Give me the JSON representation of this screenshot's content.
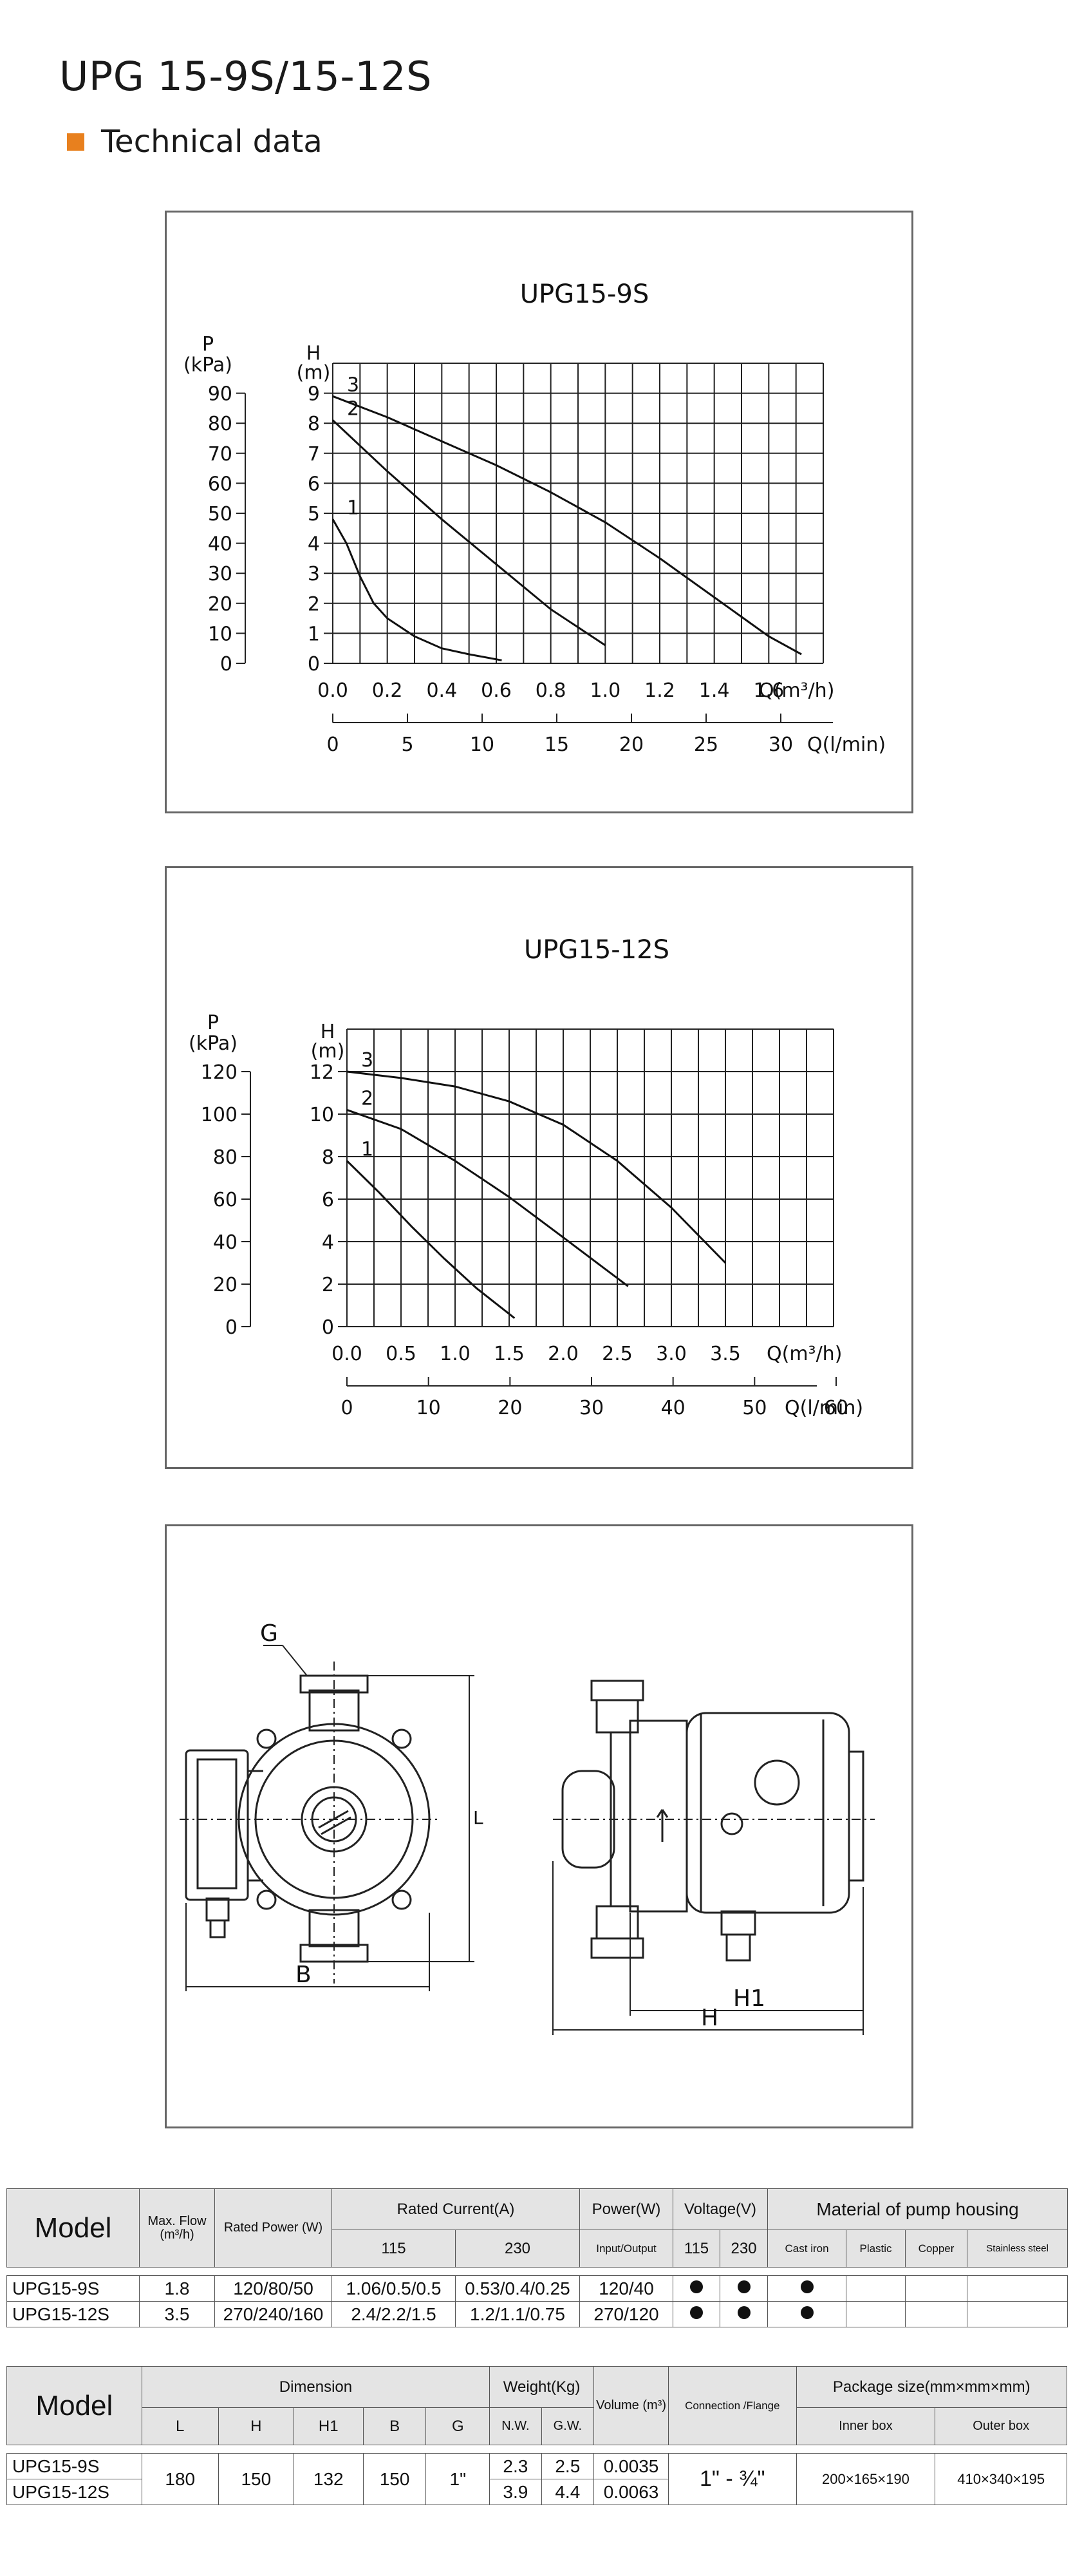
{
  "header": {
    "title": "UPG 15-9S/15-12S",
    "section": "Technical data",
    "accent_color": "#e8801e"
  },
  "chart_data": [
    {
      "type": "line",
      "title": "UPG15-9S",
      "y_left_label": "P (kPa)",
      "y_right_label": "H (m)",
      "xlabel": "Q(m³/h)",
      "x2label": "Q(l/min)",
      "p_ticks": [
        "90",
        "80",
        "70",
        "60",
        "50",
        "40",
        "30",
        "20",
        "10",
        "0"
      ],
      "h_ticks": [
        "9",
        "8",
        "7",
        "6",
        "5",
        "4",
        "3",
        "2",
        "1",
        "0"
      ],
      "x_ticks": [
        "0.0",
        "0.2",
        "0.4",
        "0.6",
        "0.8",
        "1.0",
        "1.2",
        "1.4",
        "1.6"
      ],
      "x2_ticks": [
        "0",
        "5",
        "10",
        "15",
        "20",
        "25",
        "30"
      ],
      "xlim": [
        0,
        1.8
      ],
      "ylim": [
        0,
        10
      ],
      "x2lim": [
        0,
        30
      ],
      "series": [
        {
          "name": "1",
          "points": [
            [
              0.0,
              4.8
            ],
            [
              0.05,
              4.0
            ],
            [
              0.1,
              2.9
            ],
            [
              0.15,
              2.0
            ],
            [
              0.2,
              1.5
            ],
            [
              0.3,
              0.9
            ],
            [
              0.4,
              0.5
            ],
            [
              0.5,
              0.3
            ],
            [
              0.62,
              0.1
            ]
          ]
        },
        {
          "name": "2",
          "points": [
            [
              0.0,
              8.1
            ],
            [
              0.2,
              6.4
            ],
            [
              0.4,
              4.8
            ],
            [
              0.6,
              3.3
            ],
            [
              0.8,
              1.8
            ],
            [
              1.0,
              0.6
            ]
          ]
        },
        {
          "name": "3",
          "points": [
            [
              0.0,
              8.9
            ],
            [
              0.2,
              8.2
            ],
            [
              0.4,
              7.4
            ],
            [
              0.6,
              6.6
            ],
            [
              0.8,
              5.7
            ],
            [
              1.0,
              4.7
            ],
            [
              1.2,
              3.5
            ],
            [
              1.4,
              2.2
            ],
            [
              1.6,
              0.9
            ],
            [
              1.72,
              0.3
            ]
          ]
        }
      ]
    },
    {
      "type": "line",
      "title": "UPG15-12S",
      "y_left_label": "P (kPa)",
      "y_right_label": "H (m)",
      "xlabel": "Q(m³/h)",
      "x2label": "Q(l/min)",
      "p_ticks": [
        "120",
        "100",
        "80",
        "60",
        "40",
        "20",
        "0"
      ],
      "h_ticks": [
        "12",
        "10",
        "8",
        "6",
        "4",
        "2",
        "0"
      ],
      "x_ticks": [
        "0.0",
        "0.5",
        "1.0",
        "1.5",
        "2.0",
        "2.5",
        "3.0",
        "3.5"
      ],
      "x2_ticks": [
        "0",
        "10",
        "20",
        "30",
        "40",
        "50",
        "60"
      ],
      "xlim": [
        0,
        4.5
      ],
      "ylim": [
        0,
        14
      ],
      "x2lim": [
        0,
        60
      ],
      "series": [
        {
          "name": "1",
          "points": [
            [
              0.0,
              7.8
            ],
            [
              0.3,
              6.3
            ],
            [
              0.6,
              4.7
            ],
            [
              0.9,
              3.2
            ],
            [
              1.2,
              1.8
            ],
            [
              1.55,
              0.4
            ]
          ]
        },
        {
          "name": "2",
          "points": [
            [
              0.0,
              10.2
            ],
            [
              0.5,
              9.3
            ],
            [
              1.0,
              7.8
            ],
            [
              1.5,
              6.1
            ],
            [
              2.0,
              4.2
            ],
            [
              2.6,
              1.9
            ]
          ]
        },
        {
          "name": "3",
          "points": [
            [
              0.0,
              12.0
            ],
            [
              0.5,
              11.7
            ],
            [
              1.0,
              11.3
            ],
            [
              1.5,
              10.6
            ],
            [
              2.0,
              9.5
            ],
            [
              2.5,
              7.8
            ],
            [
              3.0,
              5.6
            ],
            [
              3.5,
              3.0
            ]
          ]
        }
      ]
    }
  ],
  "drawing": {
    "label_g": "G",
    "label_l": "L",
    "label_b": "B",
    "label_h1": "H1",
    "label_h": "H"
  },
  "table1": {
    "model": "Model",
    "max_flow": "Max. Flow (m³/h)",
    "rated_power": "Rated Power (W)",
    "rated_current": "Rated Current(A)",
    "cur_115": "115",
    "cur_230": "230",
    "power": "Power(W)",
    "input_output": "Input/Output",
    "voltage": "Voltage(V)",
    "v115": "115",
    "v230": "230",
    "material": "Material of pump housing",
    "cast_iron": "Cast iron",
    "plastic": "Plastic",
    "copper": "Copper",
    "stainless": "Stainless steel",
    "rows": [
      {
        "model": "UPG15-9S",
        "flow": "1.8",
        "rated": "120/80/50",
        "c115": "1.06/0.5/0.5",
        "c230": "0.53/0.4/0.25",
        "io": "120/40"
      },
      {
        "model": "UPG15-12S",
        "flow": "3.5",
        "rated": "270/240/160",
        "c115": "2.4/2.2/1.5",
        "c230": "1.2/1.1/0.75",
        "io": "270/120"
      }
    ]
  },
  "table2": {
    "model": "Model",
    "dimension": "Dimension",
    "l": "L",
    "h": "H",
    "h1": "H1",
    "b": "B",
    "g": "G",
    "weight": "Weight(Kg)",
    "nw": "N.W.",
    "gw": "G.W.",
    "volume": "Volume (m³)",
    "connection": "Connection /Flange",
    "package": "Package size(mm×mm×mm)",
    "inner": "Inner box",
    "outer": "Outer box",
    "shared": {
      "l": "180",
      "h": "150",
      "h1": "132",
      "b": "150",
      "g": "1\"",
      "conn": "1\" - ¾\"",
      "inner": "200×165×190",
      "outer": "410×340×195"
    },
    "rows": [
      {
        "model": "UPG15-9S",
        "nw": "2.3",
        "gw": "2.5",
        "vol": "0.0035"
      },
      {
        "model": "UPG15-12S",
        "nw": "3.9",
        "gw": "4.4",
        "vol": "0.0063"
      }
    ]
  }
}
